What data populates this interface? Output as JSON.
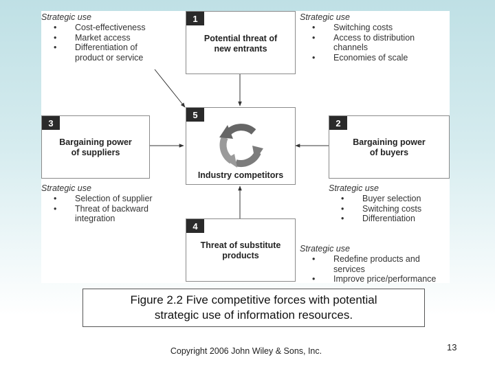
{
  "forces": [
    {
      "number": "1",
      "title": "Potential threat of\nnew entrants"
    },
    {
      "number": "2",
      "title": "Bargaining power\nof buyers"
    },
    {
      "number": "3",
      "title": "Bargaining power\nof suppliers"
    },
    {
      "number": "4",
      "title": "Threat of substitute\nproducts"
    },
    {
      "number": "5",
      "title": "Industry competitors"
    }
  ],
  "strategic_uses": [
    {
      "heading": "Strategic use",
      "items": [
        "Cost-effectiveness",
        "Market access",
        "Differentiation of\nproduct or service"
      ]
    },
    {
      "heading": "Strategic use",
      "items": [
        "Switching costs",
        "Access to distribution\nchannels",
        "Economies of scale"
      ]
    },
    {
      "heading": "Strategic use",
      "items": [
        "Selection of supplier",
        "Threat of backward\nintegration"
      ]
    },
    {
      "heading": "Strategic use",
      "items": [
        "Buyer selection",
        "Switching costs",
        "Differentiation"
      ]
    },
    {
      "heading": "Strategic use",
      "items": [
        "Redefine products and\nservices",
        "Improve price/performance"
      ]
    }
  ],
  "caption": {
    "line1": "Figure 2.2  Five competitive forces with potential",
    "line2": "strategic use of information resources."
  },
  "footer": {
    "copyright": "Copyright 2006 John Wiley & Sons, Inc.",
    "page_number": "13"
  }
}
